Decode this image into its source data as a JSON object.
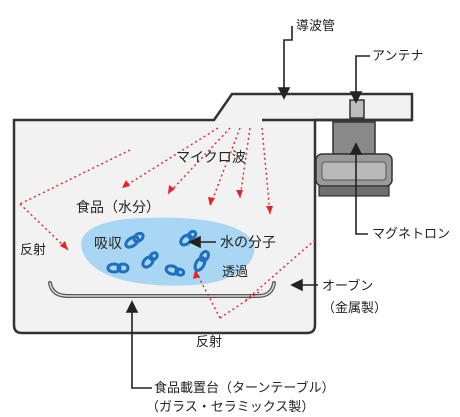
{
  "labels": {
    "waveguide": "導波管",
    "antenna": "アンテナ",
    "microwave": "マイクロ波",
    "food": "食品（水分）",
    "reflection_left": "反射",
    "absorption": "吸収",
    "water_molecule": "水の分子",
    "transmission": "透過",
    "oven": "オーブン",
    "oven_material": "（金属製）",
    "reflection_bottom": "反射",
    "magnetron": "マグネトロン",
    "turntable": "食品載置台（ターンテーブル）",
    "turntable_material": "（ガラス・セラミックス製）"
  },
  "colors": {
    "oven_fill": "#f2f2f2",
    "wave_red": "#e8202a",
    "food_blue": "#a9d6f2",
    "molecule_blue": "#1e6fc0",
    "magnetron_gray": "#8a8a8a"
  }
}
